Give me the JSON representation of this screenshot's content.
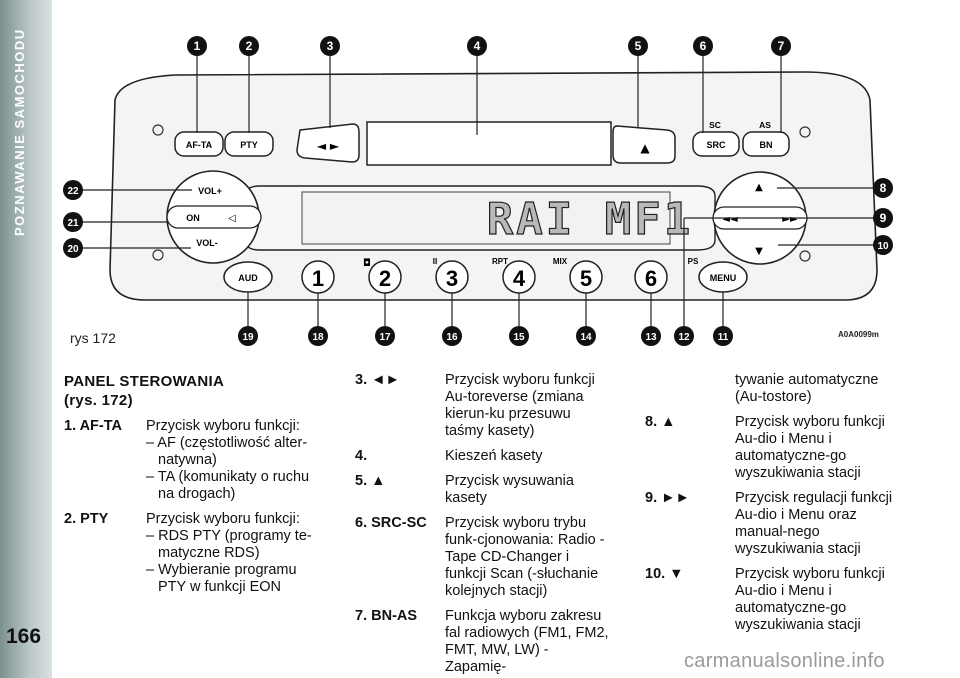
{
  "sidebar": {
    "section_title": "POZNAWANIE SAMOCHODU",
    "page_number": "166"
  },
  "figure": {
    "caption": "rys 172",
    "code": "A0A0099m",
    "display_text": "RAI MF1",
    "buttons": {
      "af_ta": "AF-TA",
      "pty": "PTY",
      "src": "SRC",
      "bn": "BN",
      "sc": "SC",
      "as": "AS",
      "vol_plus": "VOL+",
      "on": "ON",
      "vol_minus": "VOL-",
      "aud": "AUD",
      "menu": "MENU",
      "presets": [
        "1",
        "2",
        "3",
        "4",
        "5",
        "6"
      ],
      "preset_labels": [
        "II",
        "RPT",
        "MIX",
        "PS"
      ]
    },
    "callouts": [
      "1",
      "2",
      "3",
      "4",
      "5",
      "6",
      "7",
      "8",
      "9",
      "10",
      "11",
      "12",
      "13",
      "14",
      "15",
      "16",
      "17",
      "18",
      "19",
      "20",
      "21",
      "22"
    ]
  },
  "text": {
    "heading_line1": "PANEL STEROWANIA",
    "heading_line2": "(rys. 172)",
    "e1_key": "1.  AF-TA",
    "e1_desc": "Przycisk wyboru funkcji:",
    "e1_sub1": "– AF (częstotliwość alter-natywna)",
    "e1_sub2": "– TA (komunikaty o ruchu na drogach)",
    "e2_key": "2.  PTY",
    "e2_desc": "Przycisk wyboru funkcji:",
    "e2_sub1": "– RDS PTY (programy te-matyczne RDS)",
    "e2_sub2": "– Wybieranie programu PTY w funkcji EON",
    "e3_key": "3.  ◄►",
    "e3_desc": "Przycisk wyboru funkcji Au-toreverse (zmiana kierun-ku przesuwu taśmy kasety)",
    "e4_key": "4.",
    "e4_desc": "Kieszeń kasety",
    "e5_key": "5.  ▲",
    "e5_desc": "Przycisk wysuwania kasety",
    "e6_key": "6.  SRC-SC",
    "e6_desc": "Przycisk wyboru trybu funk-cjonowania: Radio - Tape CD-Changer i funkcji Scan (-słuchanie kolejnych stacji)",
    "e7_key": "7.  BN-AS",
    "e7_desc": "Funkcja wyboru zakresu fal radiowych (FM1, FM2, FMT, MW, LW) - Zapamię-",
    "e7_cont": "tywanie automatyczne (Au-tostore)",
    "e8_key": "8.  ▲",
    "e8_desc": "Przycisk wyboru funkcji Au-dio i Menu i automatyczne-go wyszukiwania stacji",
    "e9_key": "9.  ►►",
    "e9_desc": "Przycisk regulacji funkcji Au-dio i Menu oraz manual-nego wyszukiwania stacji",
    "e10_key": "10. ▼",
    "e10_desc": "Przycisk wyboru funkcji Au-dio i Menu i automatyczne-go wyszukiwania stacji"
  },
  "watermark": "carmanualsonline.info",
  "colors": {
    "sidebar": "#9aabab",
    "ink": "#111111"
  }
}
